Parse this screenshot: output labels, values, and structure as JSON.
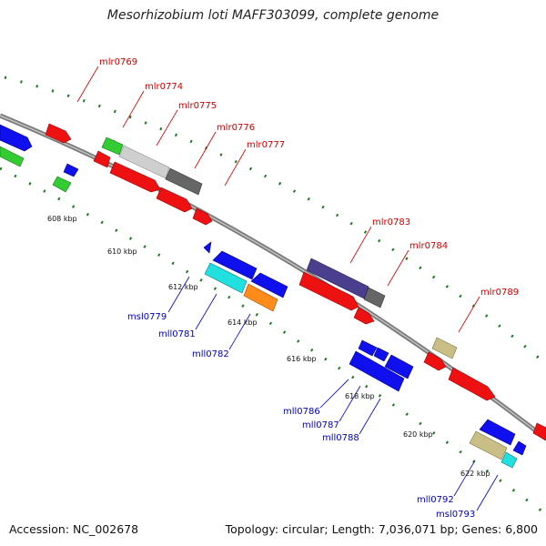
{
  "title": "Mesorhizobium loti MAFF303099, complete genome",
  "accession": "Accession: NC_002678",
  "summary": "Topology: circular; Length: 7,036,071 bp; Genes: 6,800",
  "colors": {
    "backbone": "#8a8a8a",
    "dots": "#1e7a1e",
    "label_forward": "#cc0000",
    "label_reverse": "#0000bb"
  },
  "scale_ticks": [
    "608 kbp",
    "610 kbp",
    "612 kbp",
    "614 kbp",
    "616 kbp",
    "618 kbp",
    "620 kbp",
    "622 kbp"
  ],
  "gene_labels": {
    "forward": [
      "mlr0769",
      "mlr0774",
      "mlr0775",
      "mlr0776",
      "mlr0777",
      "mlr0783",
      "mlr0784",
      "mlr0789"
    ],
    "reverse": [
      "msl0779",
      "mll0781",
      "mll0782",
      "mll0786",
      "mll0787",
      "mll0788",
      "mll0792",
      "msl0793"
    ]
  },
  "gene_colors": [
    "red",
    "green",
    "blue",
    "silver",
    "gray",
    "cyan",
    "orange",
    "slate-blue",
    "khaki"
  ]
}
